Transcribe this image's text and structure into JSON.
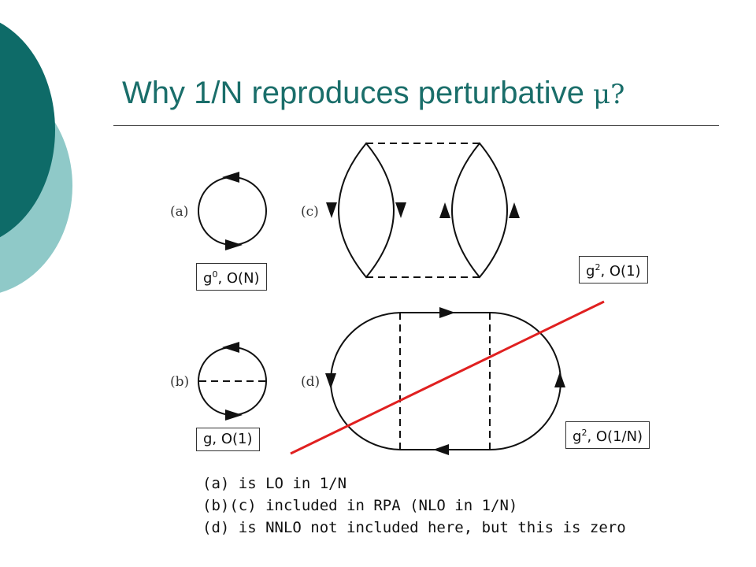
{
  "slide": {
    "title_text": "Why 1/N reproduces perturbative ",
    "title_symbol": "μ?",
    "accent_dark": "#0e6b68",
    "accent_light": "#8fc9c8",
    "title_color": "#1a6e6a",
    "cut_line_color": "#e02020"
  },
  "diagrams": {
    "a": {
      "label": "(a)"
    },
    "b": {
      "label": "(b)"
    },
    "c": {
      "label": "(c)"
    },
    "d": {
      "label": "(d)"
    }
  },
  "boxes": {
    "a": {
      "base": "g",
      "exp": "0",
      "rest": ", O(N)"
    },
    "b": {
      "text": "g, O(1)"
    },
    "c": {
      "base": "g",
      "exp": "2",
      "rest": ", O(1)"
    },
    "d": {
      "base": "g",
      "exp": "2",
      "rest": ", O(1/N)"
    }
  },
  "notes": [
    "(a) is LO in 1/N",
    "(b)(c) included in RPA (NLO in 1/N)",
    "(d) is NNLO not included here, but this is zero"
  ]
}
